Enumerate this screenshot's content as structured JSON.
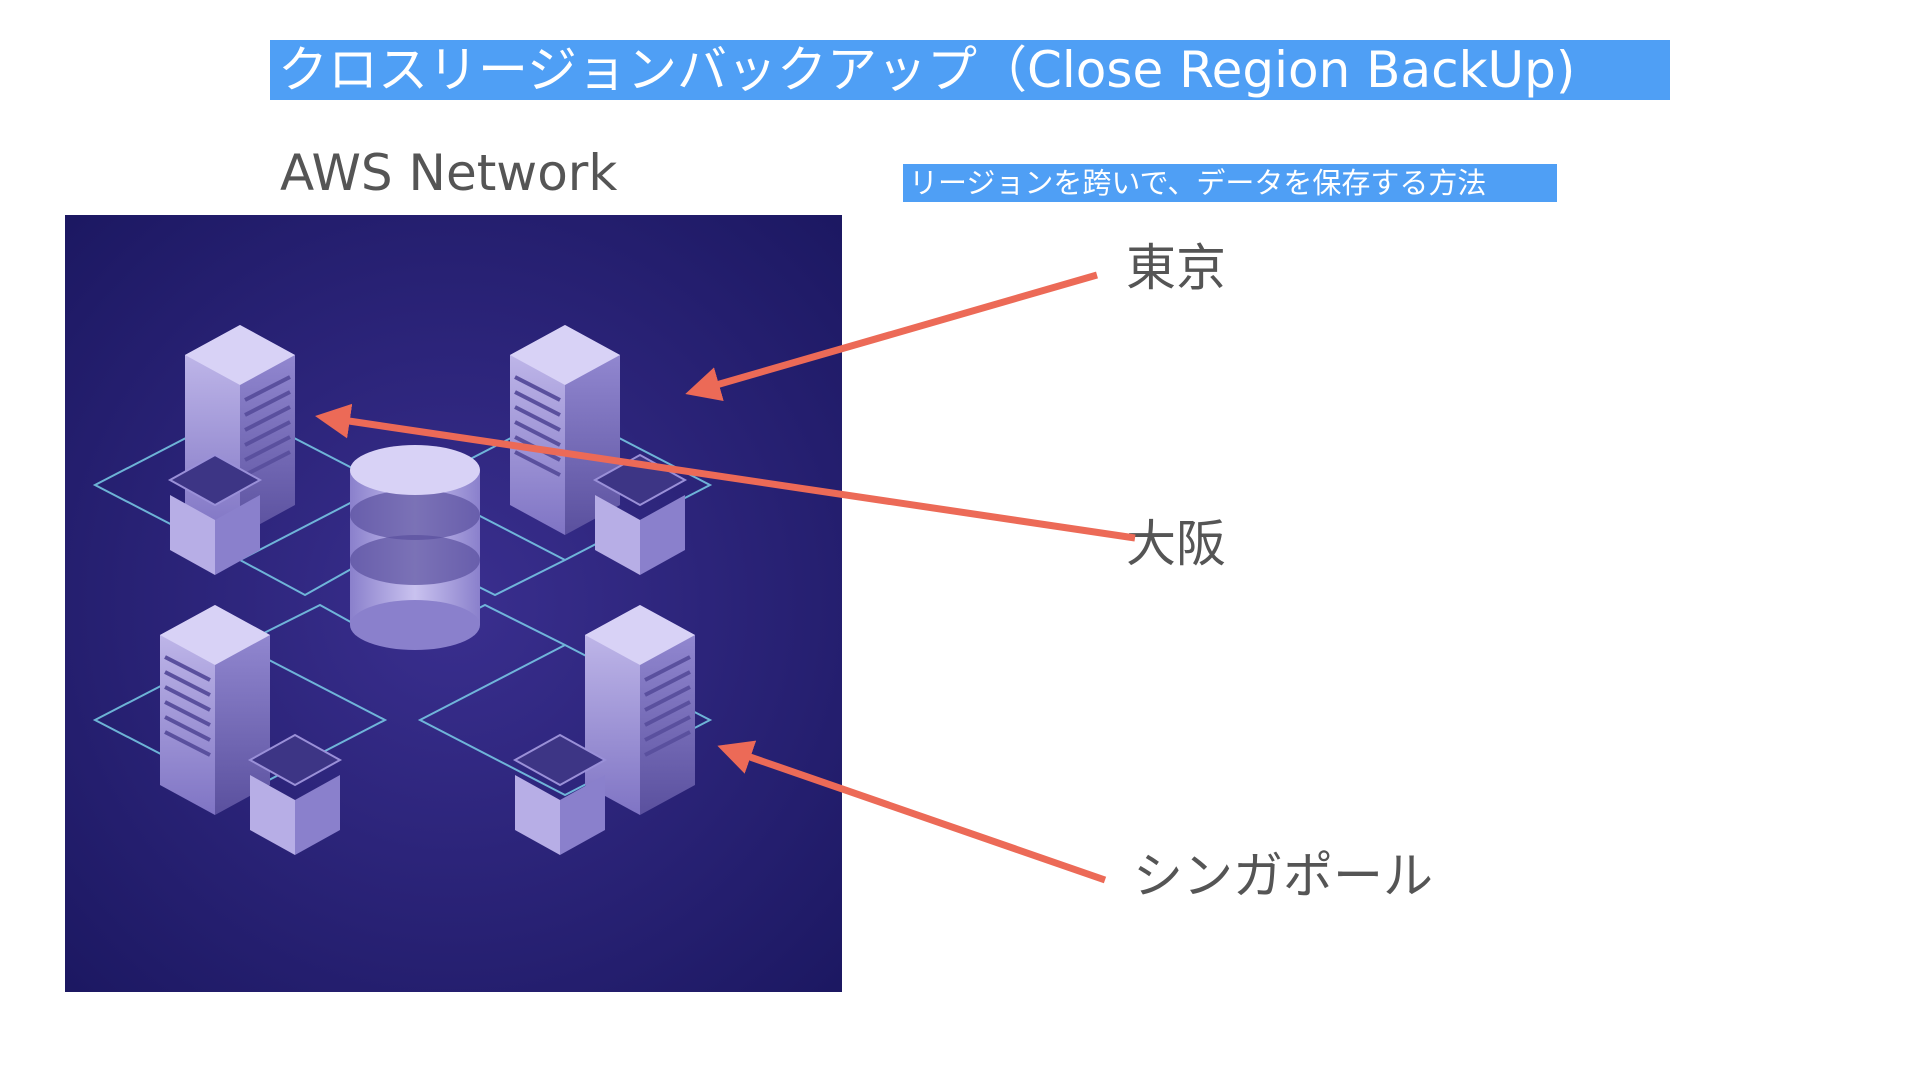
{
  "title": "クロスリージョンバックアップ（Close Region BackUp)",
  "subtitle": "リージョンを跨いで、データを保存する方法",
  "network": {
    "label": "AWS Network"
  },
  "regions": {
    "tokyo": "東京",
    "osaka": "大阪",
    "singapore": "シンガポール"
  },
  "colors": {
    "title_bg": "#4f9ff5",
    "panel_bg": "#24206e",
    "arrow": "#ec6a57",
    "server": "#b3a9e0",
    "circuit_line": "#7fd8ef"
  }
}
